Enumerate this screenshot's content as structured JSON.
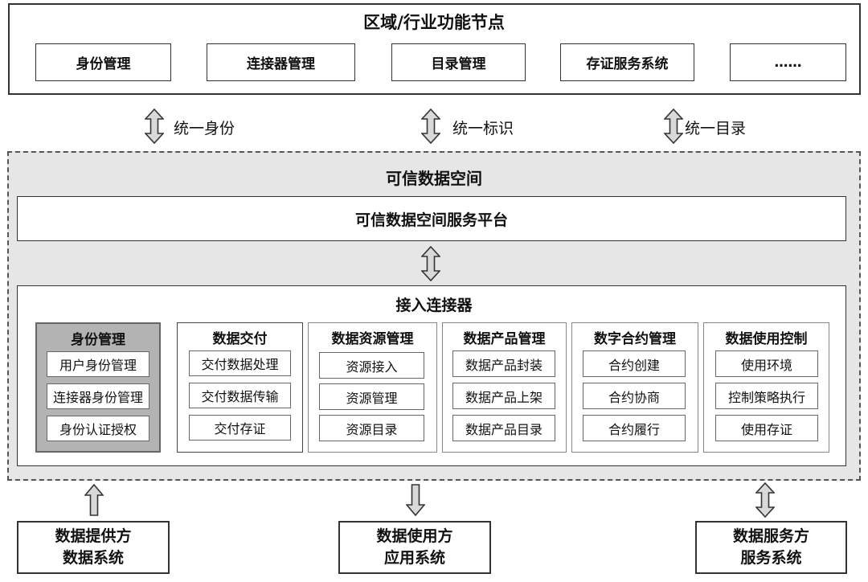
{
  "region": {
    "title": "区域/行业功能节点",
    "nodes": [
      "身份管理",
      "连接器管理",
      "目录管理",
      "存证服务系统",
      "……"
    ]
  },
  "links": {
    "identity": "统一身份",
    "identifier": "统一标识",
    "catalog": "统一目录"
  },
  "space": {
    "title": "可信数据空间",
    "platform": "可信数据空间服务平台",
    "connector": {
      "title": "接入连接器",
      "modules": [
        {
          "title": "身份管理",
          "items": [
            "用户身份管理",
            "连接器身份管理",
            "身份认证授权"
          ]
        },
        {
          "title": "数据交付",
          "items": [
            "交付数据处理",
            "交付数据传输",
            "交付存证"
          ]
        },
        {
          "title": "数据资源管理",
          "items": [
            "资源接入",
            "资源管理",
            "资源目录"
          ]
        },
        {
          "title": "数据产品管理",
          "items": [
            "数据产品封装",
            "数据产品上架",
            "数据产品目录"
          ]
        },
        {
          "title": "数字合约管理",
          "items": [
            "合约创建",
            "合约协商",
            "合约履行"
          ]
        },
        {
          "title": "数据使用控制",
          "items": [
            "使用环境",
            "控制策略执行",
            "使用存证"
          ]
        }
      ]
    }
  },
  "systems": [
    {
      "line1": "数据提供方",
      "line2": "数据系统"
    },
    {
      "line1": "数据使用方",
      "line2": "应用系统"
    },
    {
      "line1": "数据服务方",
      "line2": "服务系统"
    }
  ]
}
